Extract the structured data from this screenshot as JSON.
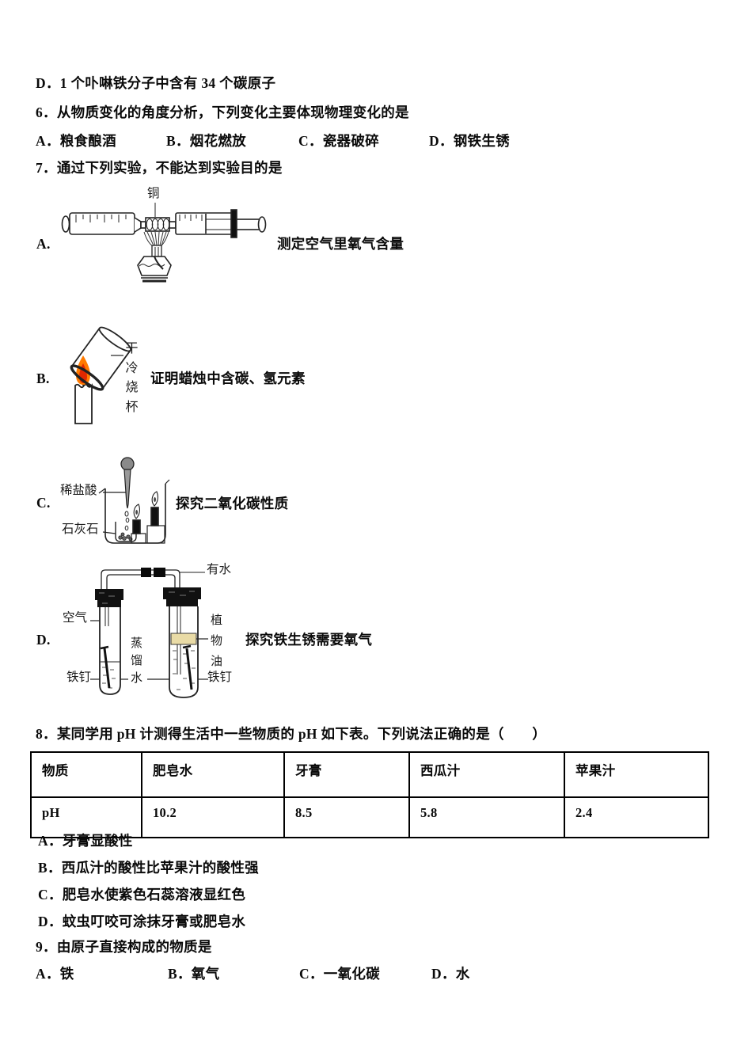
{
  "doc": {
    "prev_option_d": "D．1 个卟啉铁分子中含有 34 个碳原子",
    "q6": {
      "stem": "6．从物质变化的角度分析，下列变化主要体现物理变化的是",
      "options": [
        "A．粮食酿酒",
        "B．烟花燃放",
        "C．瓷器破碎",
        "D．钢铁生锈"
      ]
    },
    "q7": {
      "stem": "7．通过下列实验，不能达到实验目的是",
      "experiments": [
        {
          "key": "A.",
          "caption": "测定空气里氧气含量",
          "label_copper": "铜"
        },
        {
          "key": "B.",
          "caption": "证明蜡烛中含碳、氢元素",
          "label_beaker": "干冷烧杯"
        },
        {
          "key": "C.",
          "caption": "探究二氧化碳性质",
          "label_acid": "稀盐酸",
          "label_limestone": "石灰石"
        },
        {
          "key": "D.",
          "caption": "探究铁生锈需要氧气",
          "label_haswater": "有水",
          "label_air": "空气",
          "label_distilled": "蒸馏水",
          "label_oil": "植物油",
          "label_nail_left": "铁钉",
          "label_nail_right": "铁钉"
        }
      ]
    },
    "q8": {
      "stem": "8．某同学用 pH 计测得生活中一些物质的 pH 如下表。下列说法正确的是（　　）",
      "table": {
        "header": [
          "物质",
          "肥皂水",
          "牙膏",
          "西瓜汁",
          "苹果汁"
        ],
        "row": [
          "pH",
          "10.2",
          "8.5",
          "5.8",
          "2.4"
        ]
      },
      "options": [
        "A．牙膏显酸性",
        "B．西瓜汁的酸性比苹果汁的酸性强",
        "C．肥皂水使紫色石蕊溶液显红色",
        "D．蚊虫叮咬可涂抹牙膏或肥皂水"
      ]
    },
    "q9": {
      "stem": "9．由原子直接构成的物质是",
      "options": [
        "A．铁",
        "B．氧气",
        "C．一氧化碳",
        "D．水"
      ]
    },
    "colors": {
      "flame_outer": "#ff7b00",
      "flame_inner": "#e02800",
      "oil_layer": "#e9dba6",
      "ink": "#0a0a0a"
    }
  }
}
